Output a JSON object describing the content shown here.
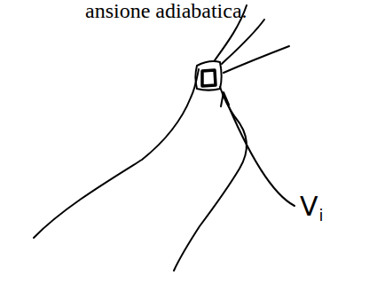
{
  "diagram": {
    "labels": [
      "ansione adiabatica.",
      "V",
      "i"
    ]
  }
}
